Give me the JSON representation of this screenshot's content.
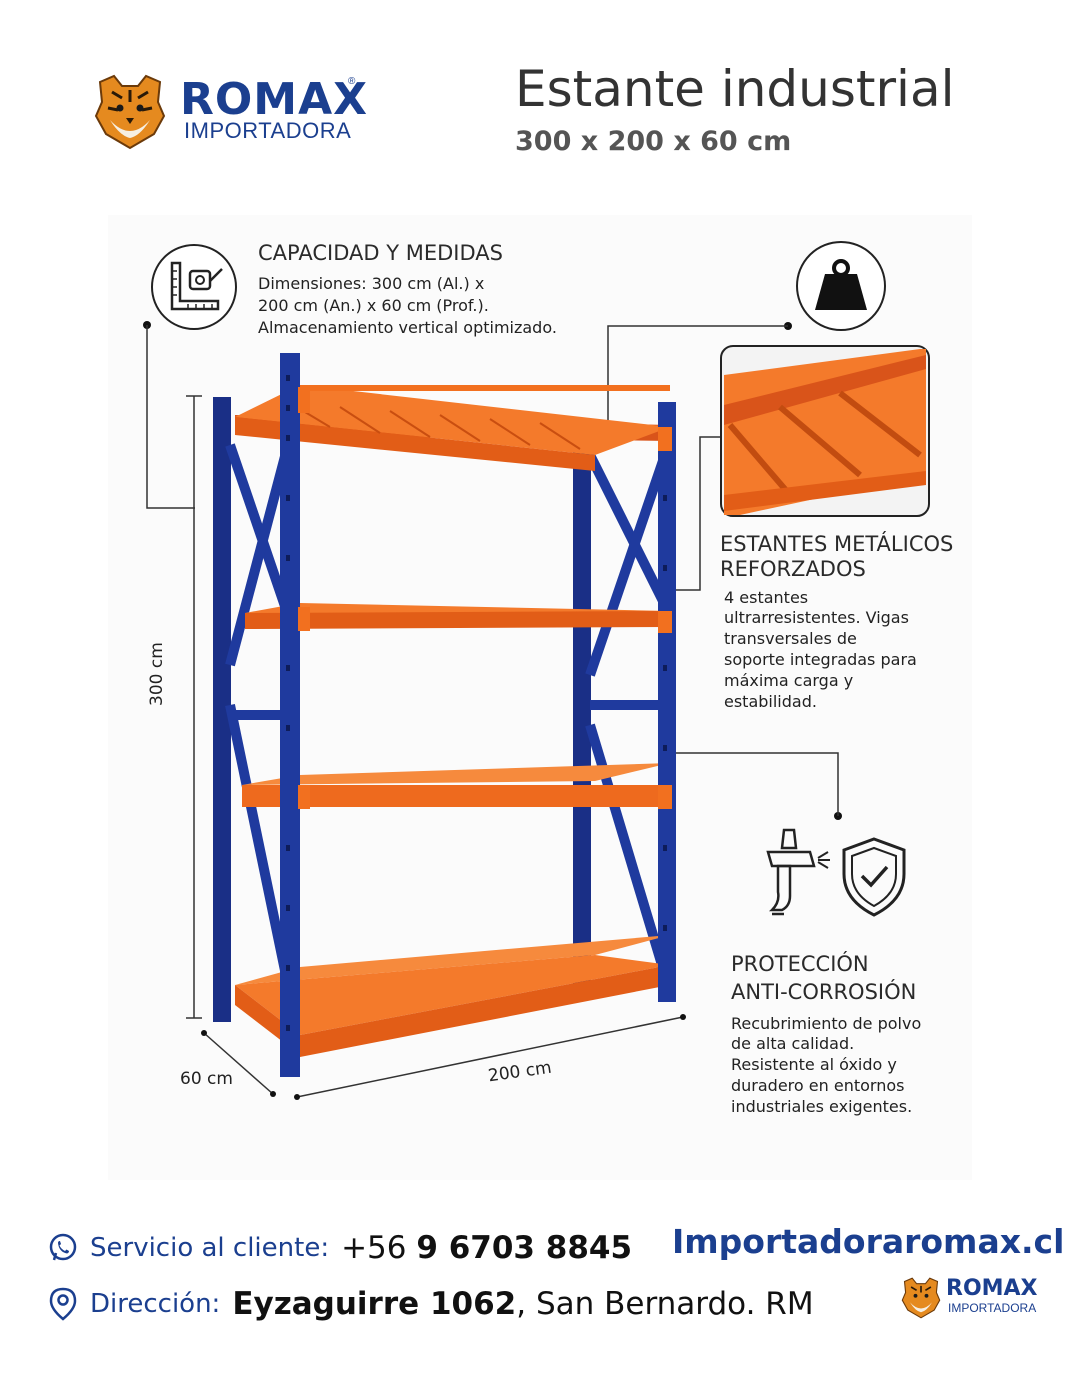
{
  "header": {
    "brand_name": "ROMAX",
    "brand_sub": "IMPORTADORA",
    "brand_mark": "®",
    "title": "Estante industrial",
    "subtitle": "300 x 200 x 60 cm"
  },
  "capacity": {
    "icon": "ruler-measure-icon",
    "title": "CAPACIDAD Y MEDIDAS",
    "lines": [
      "Dimensiones: 300 cm (Al.) x",
      "200 cm (An.) x 60 cm (Prof.).",
      "Almacenamiento vertical optimizado."
    ]
  },
  "shelves": {
    "icon": "weight-icon",
    "title_lines": [
      "ESTANTES METÁLICOS",
      "REFORZADOS"
    ],
    "lines": [
      "4 estantes",
      "ultrarresistentes. Vigas",
      "transversales de",
      "soporte integradas para",
      "máxima carga y",
      "estabilidad."
    ]
  },
  "protection": {
    "icons": [
      "spray-gun-icon",
      "shield-check-icon"
    ],
    "title_lines": [
      "PROTECCIÓN",
      "ANTI-CORROSIÓN"
    ],
    "lines": [
      "Recubrimiento de polvo",
      "de alta calidad.",
      "Resistente al óxido y",
      "duradero en entornos",
      "industriales exigentes."
    ]
  },
  "dimensions": {
    "height": "300 cm",
    "width": "200 cm",
    "depth": "60 cm"
  },
  "colors": {
    "frame_blue": "#1f3a9e",
    "shelf_orange": "#f26a1b",
    "brand_blue": "#1b3f8f"
  },
  "footer": {
    "service_label": "Servicio al cliente:",
    "phone_prefix": "+56 ",
    "phone_bold": "9 6703 8845",
    "address_label": "Dirección:",
    "address_bold": "Eyzaguirre 1062",
    "address_rest": ", San Bernardo. RM",
    "website": "Importadoraromax.cl",
    "icons": [
      "whatsapp-icon",
      "location-pin-icon"
    ]
  }
}
